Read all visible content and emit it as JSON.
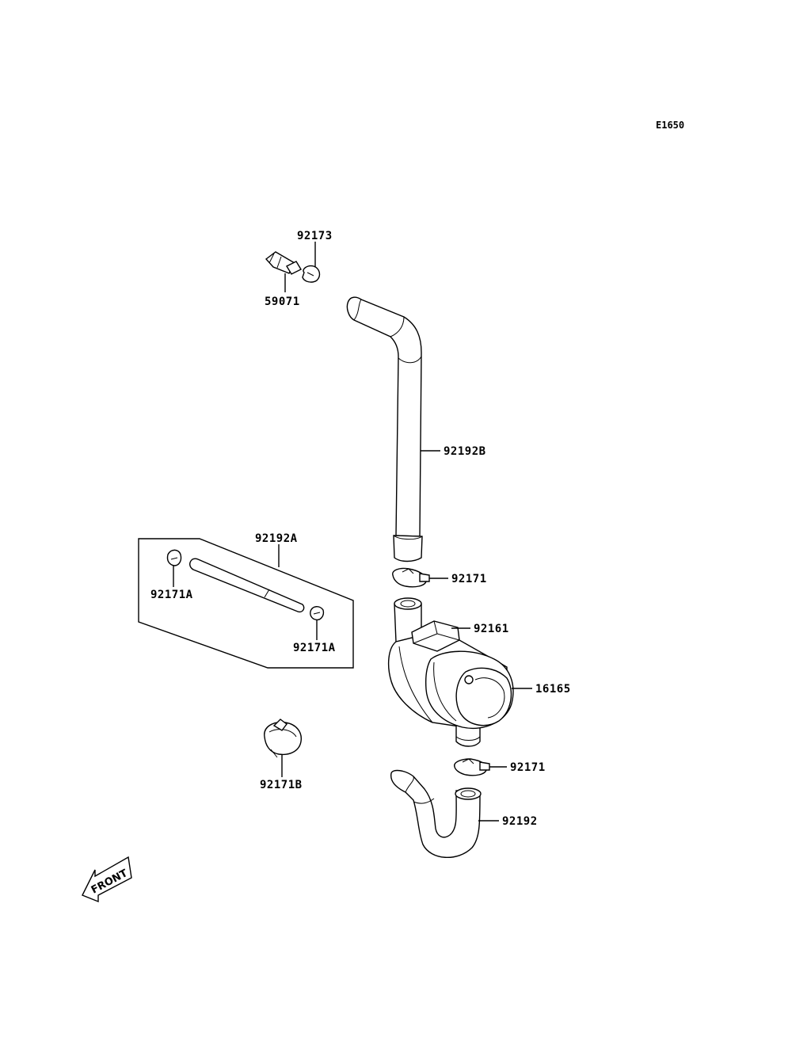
{
  "diagram": {
    "ref_code": "E1650",
    "labels": {
      "p92173": "92173",
      "p59071": "59071",
      "p92192B": "92192B",
      "p92192A": "92192A",
      "p92171A_left": "92171A",
      "p92171A_right": "92171A",
      "p92171_upper": "92171",
      "p92161": "92161",
      "p16165": "16165",
      "p92171B": "92171B",
      "p92171_lower": "92171",
      "p92192": "92192"
    },
    "front_indicator": "FRONT"
  }
}
